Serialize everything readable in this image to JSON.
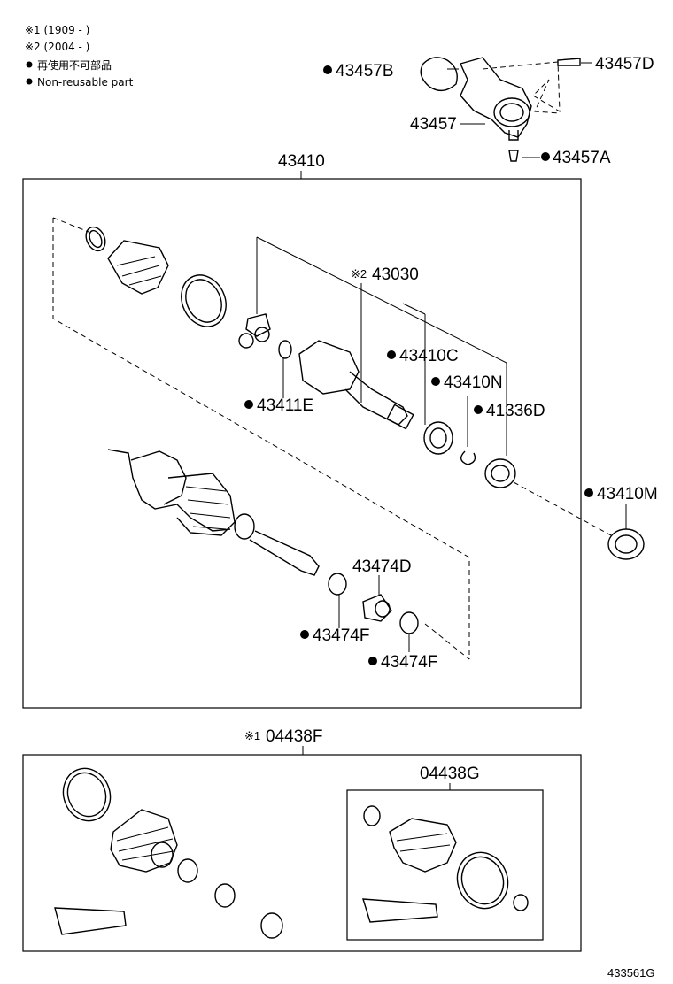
{
  "legend": {
    "note1": "※1 (1909 -        )",
    "note2": "※2 (2004 -        )",
    "nonreusable_jp": "再使用不可部品",
    "nonreusable_en": "Non-reusable part"
  },
  "parts": {
    "p43457B": "43457B",
    "p43457D": "43457D",
    "p43457": "43457",
    "p43457A": "43457A",
    "p43410": "43410",
    "p43030": "43030",
    "p43030_mark": "※2",
    "p43410C": "43410C",
    "p43410N": "43410N",
    "p41336D": "41336D",
    "p43411E": "43411E",
    "p43410M": "43410M",
    "p43474D": "43474D",
    "p43474F_a": "43474F",
    "p43474F_b": "43474F",
    "p04438F": "04438F",
    "p04438F_mark": "※1",
    "p04438G": "04438G"
  },
  "diagram_id": "433561G"
}
